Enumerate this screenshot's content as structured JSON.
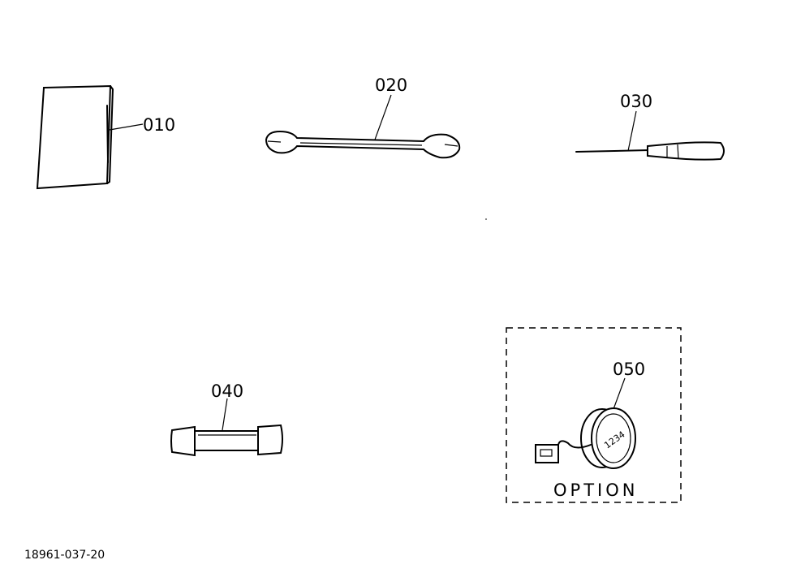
{
  "parts": [
    {
      "number": "010",
      "icon": "manual-booklet-icon"
    },
    {
      "number": "020",
      "icon": "open-end-wrench-icon"
    },
    {
      "number": "030",
      "icon": "screwdriver-icon"
    },
    {
      "number": "040",
      "icon": "fuse-icon"
    },
    {
      "number": "050",
      "icon": "hour-meter-gauge-icon"
    }
  ],
  "option_label": "OPTION",
  "reference_code": "18961-037-20",
  "gauge_face_text": "1234"
}
